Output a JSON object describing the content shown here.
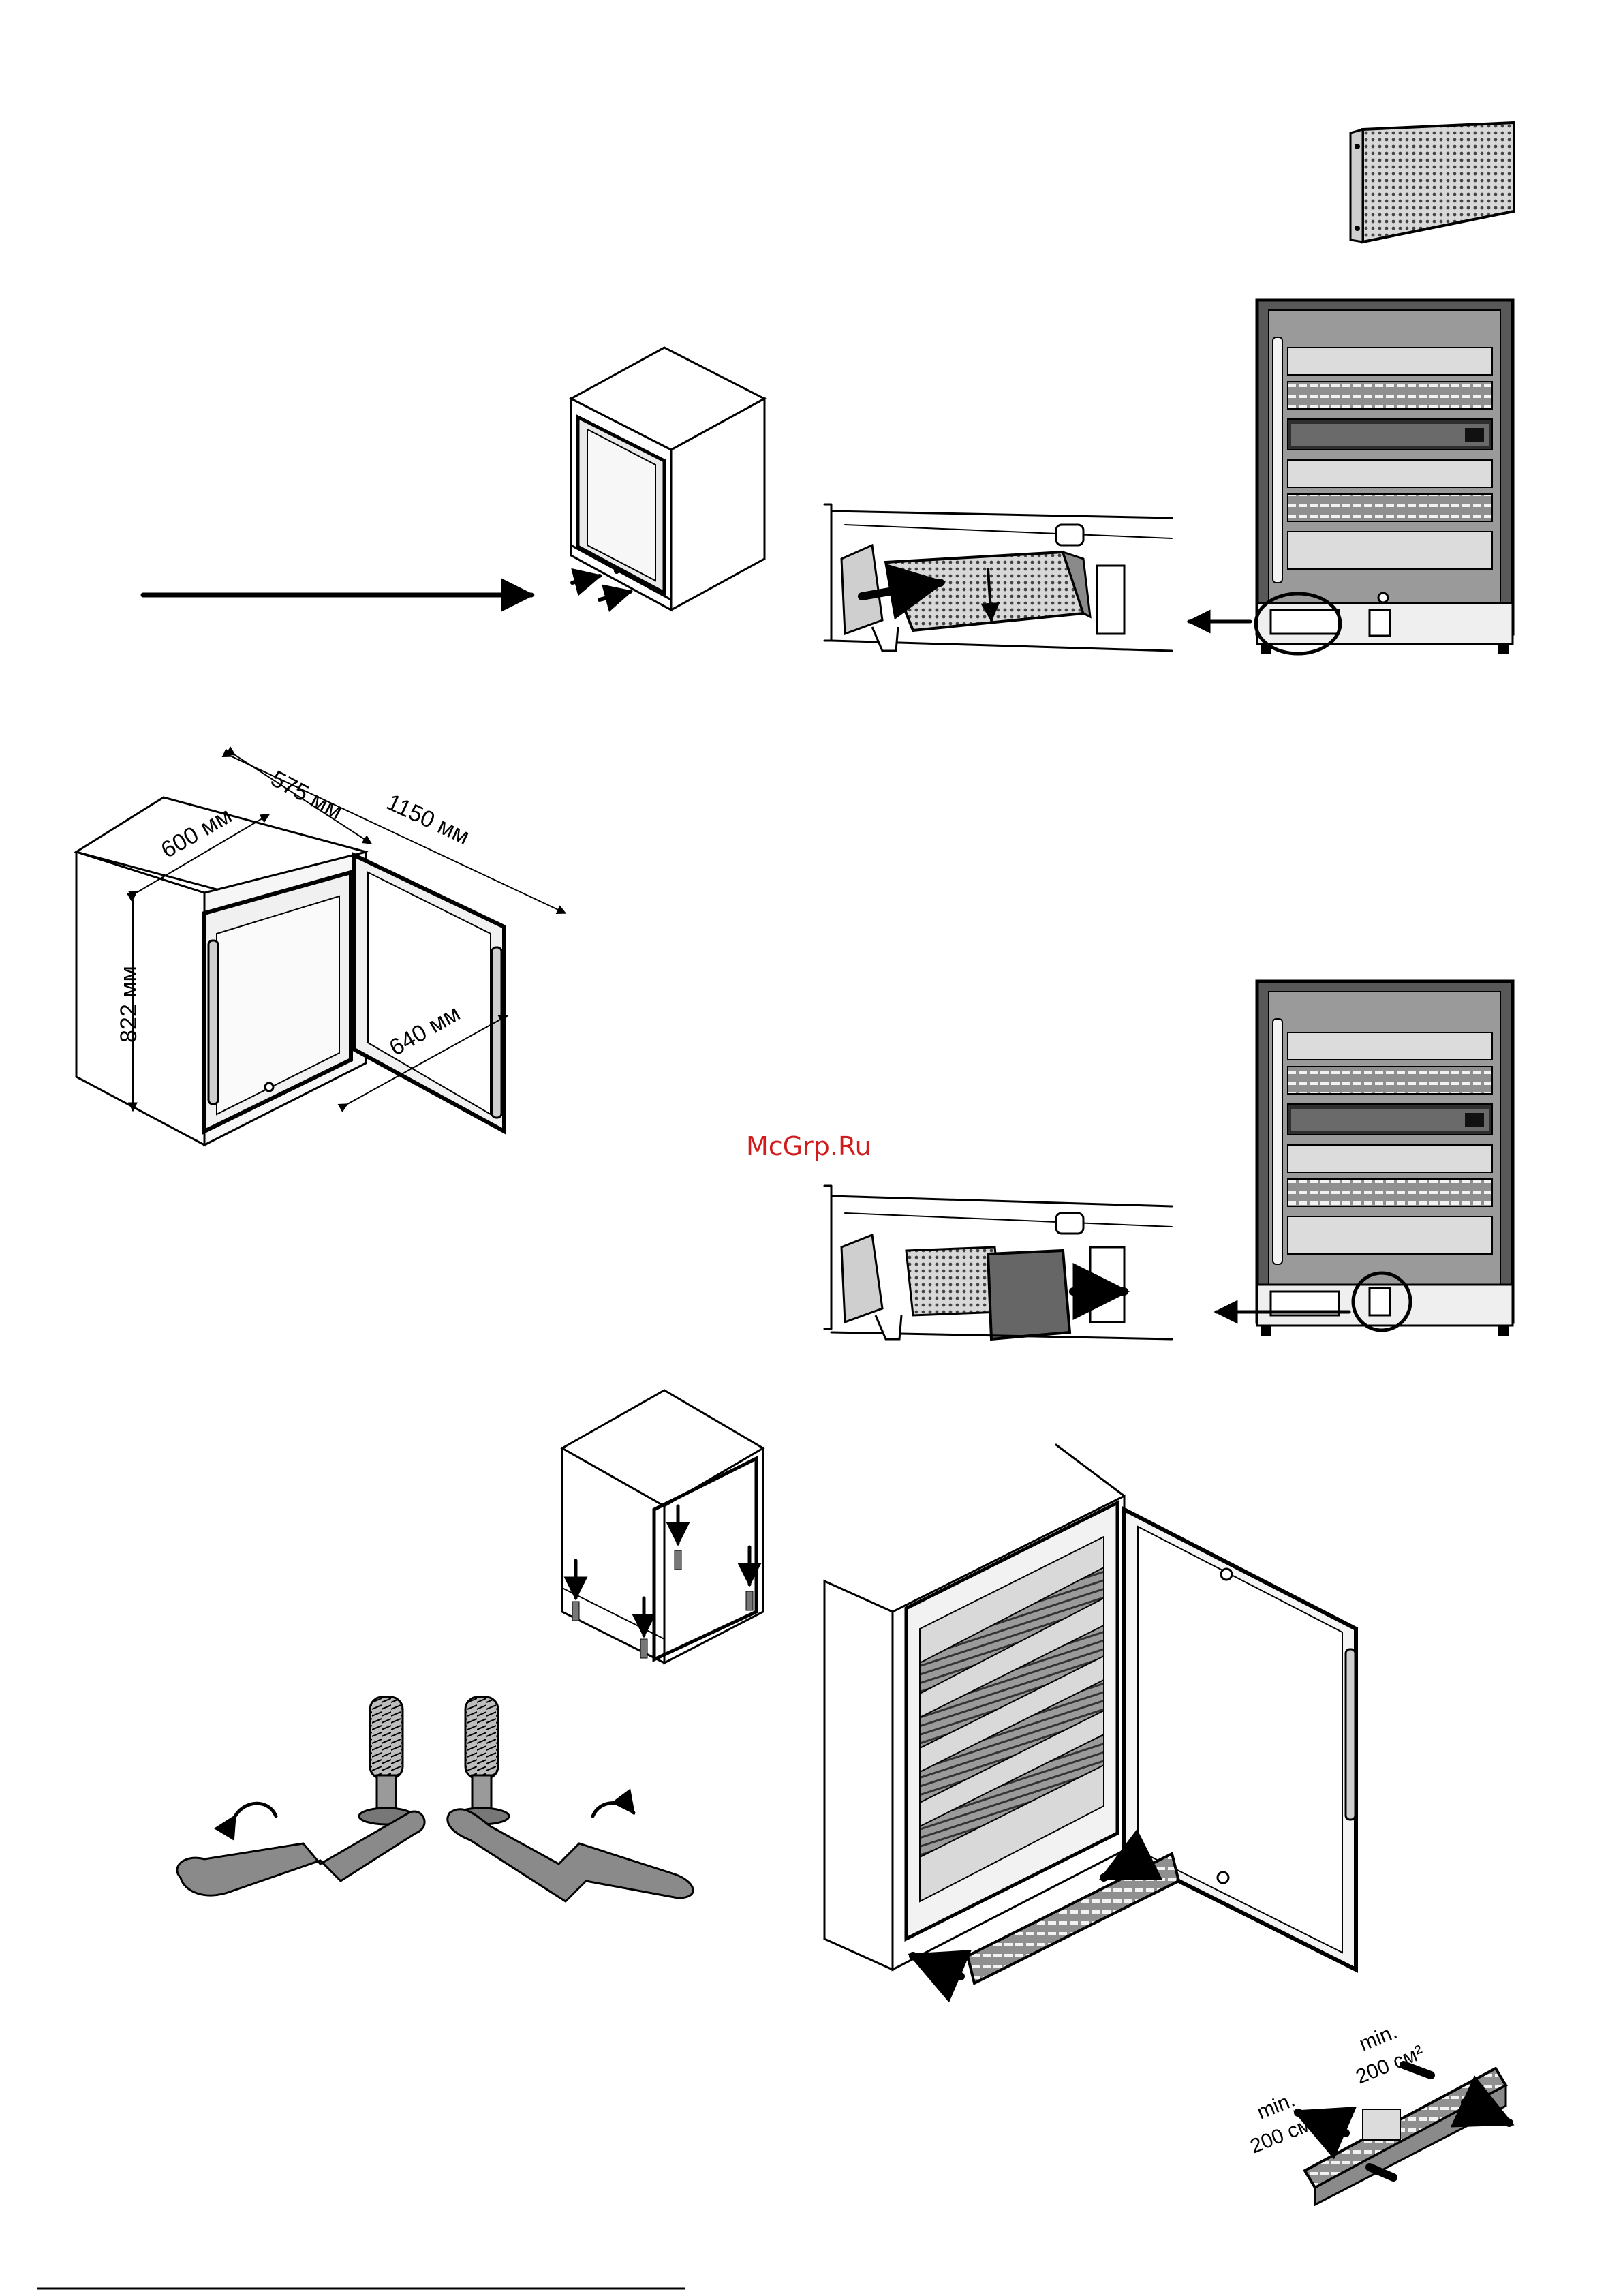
{
  "dimensions": {
    "depth": "575 мм",
    "open_depth": "1150 мм",
    "width": "600 мм",
    "height": "822 мм",
    "door_depth": "640 мм"
  },
  "watermark": "McGrp.Ru",
  "ventilation": {
    "left_min": "min.",
    "left_area": "200 см²",
    "right_min": "min.",
    "right_area": "200 см²"
  }
}
